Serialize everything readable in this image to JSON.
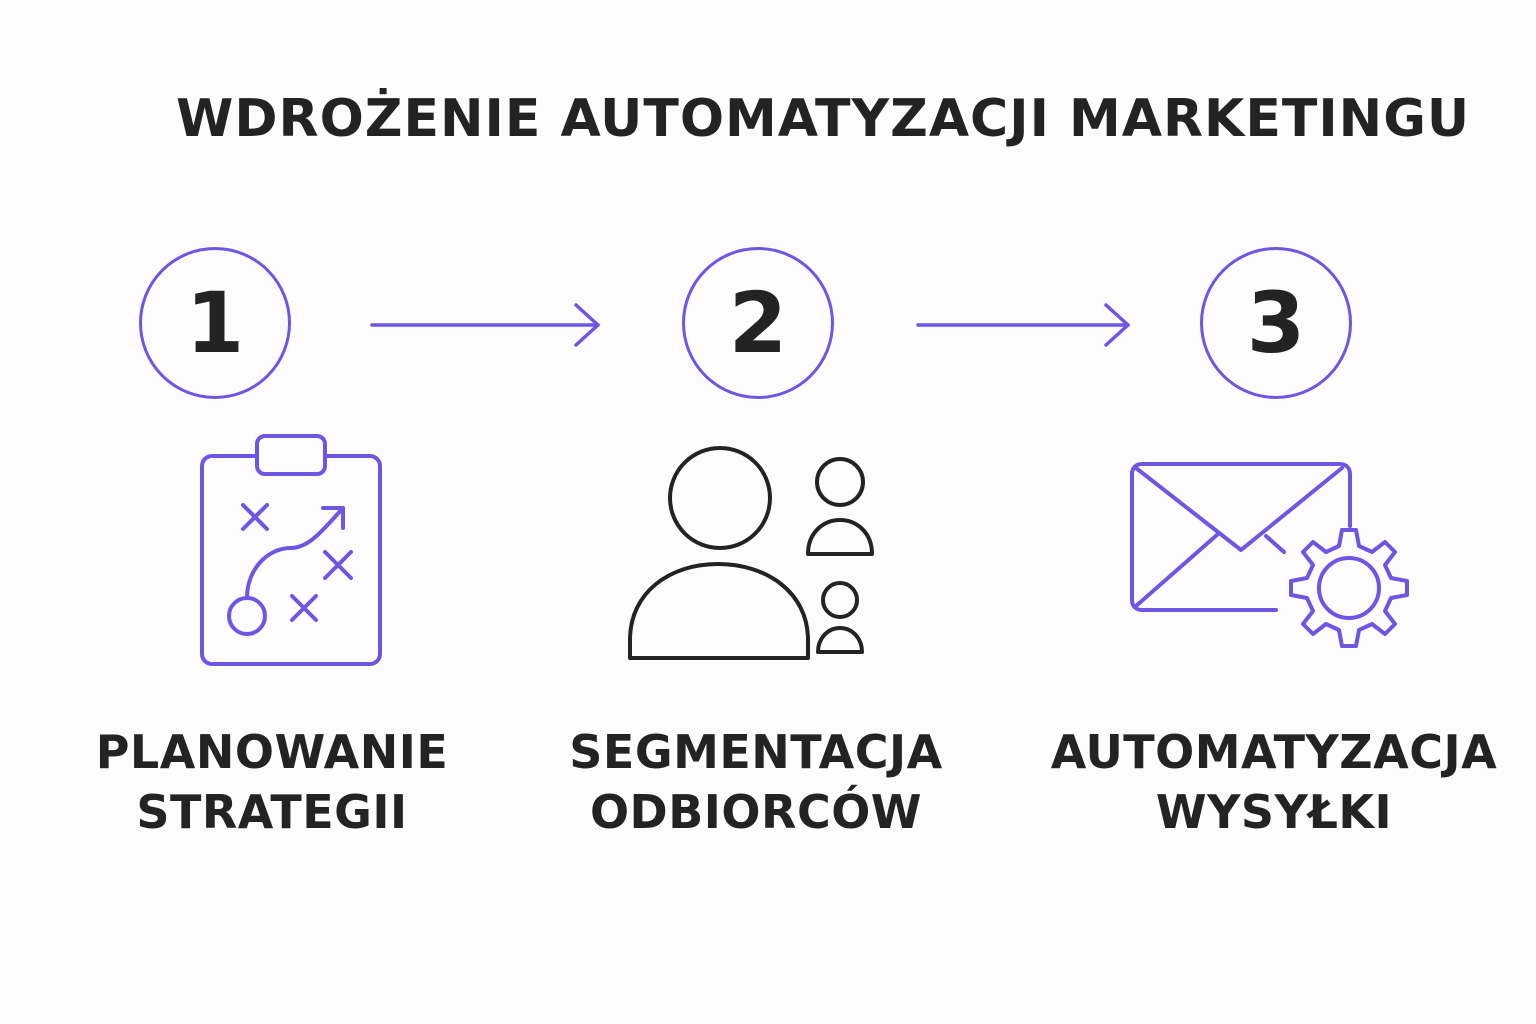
{
  "title": "WDROŻENIE AUTOMATYZACJI MARKETINGU",
  "colors": {
    "accent": "#6c57e4",
    "text": "#232323",
    "background": "#fcfcfd"
  },
  "steps": [
    {
      "number": "1",
      "icon": "strategy-clipboard-icon",
      "label_line1": "PLANOWANIE",
      "label_line2": "STRATEGII"
    },
    {
      "number": "2",
      "icon": "audience-segment-icon",
      "label_line1": "SEGMENTACJA",
      "label_line2": "ODBIORCÓW"
    },
    {
      "number": "3",
      "icon": "email-gear-icon",
      "label_line1": "AUTOMATYZACJA",
      "label_line2": "WYSYŁKI"
    }
  ]
}
